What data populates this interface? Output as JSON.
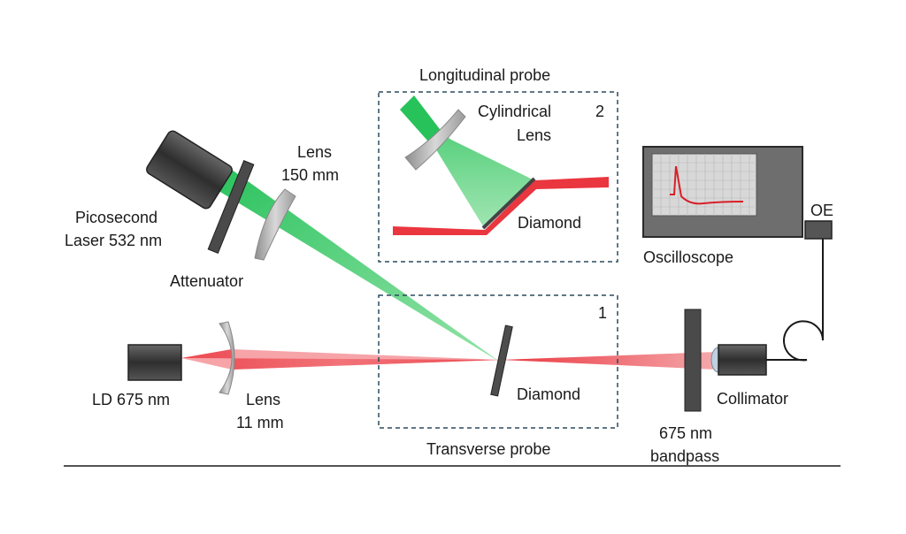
{
  "labels": {
    "longitudinal_probe": "Longitudinal probe",
    "cylindrical_lens_line1": "Cylindrical",
    "cylindrical_lens_line2": "Lens",
    "box2_number": "2",
    "diamond_top": "Diamond",
    "lens150_line1": "Lens",
    "lens150_line2": "150 mm",
    "picosecond_line1": "Picosecond",
    "picosecond_line2": "Laser 532 nm",
    "attenuator": "Attenuator",
    "oscilloscope": "Oscilloscope",
    "oe": "OE",
    "box1_number": "1",
    "ld": "LD 675 nm",
    "lens11_line1": "Lens",
    "lens11_line2": "11 mm",
    "diamond_bottom": "Diamond",
    "transverse_probe": "Transverse probe",
    "bandpass_line1": "675 nm",
    "bandpass_line2": "bandpass",
    "collimator": "Collimator"
  },
  "colors": {
    "green_beam": "#22c35a",
    "red_beam": "#e8202a",
    "dashed_box": "#2c4a5e",
    "device_dark": "#3a3a3a",
    "lens_gray": "#a9a9a9"
  }
}
